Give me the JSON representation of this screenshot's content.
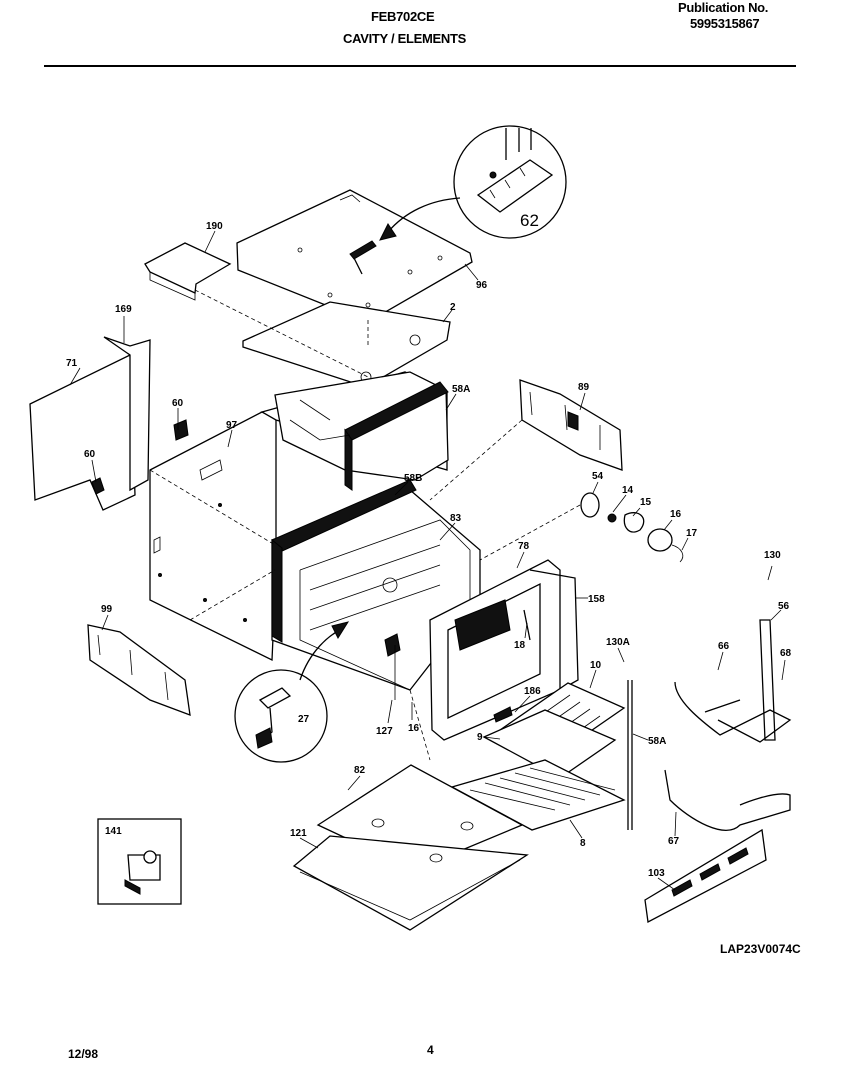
{
  "header": {
    "model": "FEB702CE",
    "section": "CAVITY / ELEMENTS",
    "publication_label": "Publication No.",
    "publication_number": "5995315867"
  },
  "footer": {
    "date": "12/98",
    "page": "4",
    "drawing_code": "LAP23V0074C"
  },
  "callouts": [
    "190",
    "96",
    "2",
    "169",
    "71",
    "60",
    "97",
    "60",
    "58A",
    "89",
    "58B",
    "83",
    "54",
    "14",
    "15",
    "16",
    "17",
    "78",
    "158",
    "130",
    "56",
    "18",
    "99",
    "130A",
    "10",
    "66",
    "68",
    "186",
    "127",
    "16",
    "9",
    "58A",
    "82",
    "8",
    "67",
    "121",
    "103",
    "141",
    "27",
    "62"
  ]
}
